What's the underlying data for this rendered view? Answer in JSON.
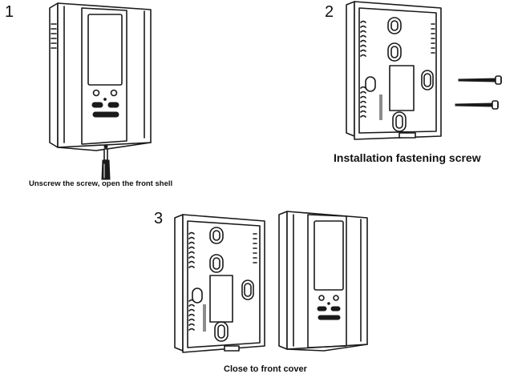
{
  "steps": [
    {
      "number": "1",
      "caption": "Unscrew the screw, open the front shell"
    },
    {
      "number": "2",
      "caption": "Installation fastening screw"
    },
    {
      "number": "3",
      "caption": "Close to front cover"
    }
  ]
}
